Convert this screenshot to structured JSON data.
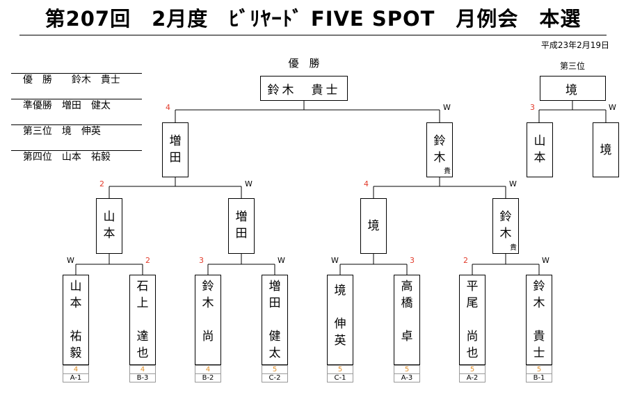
{
  "title": "第207回　2月度　ﾋﾞﾘﾔｰﾄﾞ FIVE SPOT　月例会　本選",
  "date": "平成23年2月19日",
  "results": [
    {
      "rank": "優　勝",
      "name": "鈴木　貴士"
    },
    {
      "rank": "準優勝",
      "name": "増田　健太"
    },
    {
      "rank": "第三位",
      "name": "境　伸英"
    },
    {
      "rank": "第四位",
      "name": "山本　祐毅"
    }
  ],
  "champion": {
    "label": "優　勝",
    "name": "鈴木　貴士"
  },
  "third_place": {
    "label": "第三位",
    "winner": "境",
    "left": "山\n本",
    "right": "境",
    "left_score": "3",
    "right_score": "W"
  },
  "final": {
    "left": "増\n田",
    "right": "鈴\n木",
    "right_suffix": "貴",
    "left_score": "4",
    "right_score": "W"
  },
  "semis": [
    {
      "left": "山\n本",
      "right": "増\n田",
      "left_score": "2",
      "right_score": "W"
    },
    {
      "left": "境",
      "right": "鈴\n木",
      "right_suffix": "貴",
      "left_score": "4",
      "right_score": "W"
    }
  ],
  "quarters": [
    {
      "left_score": "W",
      "right_score": "2"
    },
    {
      "left_score": "3",
      "right_score": "W"
    },
    {
      "left_score": "W",
      "right_score": "3"
    },
    {
      "left_score": "2",
      "right_score": "W"
    }
  ],
  "players": [
    {
      "name": "山\n本\n\n祐\n毅",
      "num": "4",
      "code": "A-1"
    },
    {
      "name": "石\n上\n\n達\n也",
      "num": "4",
      "code": "B-3"
    },
    {
      "name": "鈴\n木\n\n尚",
      "num": "4",
      "code": "B-2"
    },
    {
      "name": "増\n田\n\n健\n太",
      "num": "5",
      "code": "C-2"
    },
    {
      "name": "境\n\n伸\n英",
      "num": "5",
      "code": "C-1"
    },
    {
      "name": "高\n橋\n\n卓",
      "num": "5",
      "code": "A-3"
    },
    {
      "name": "平\n尾\n\n尚\n也",
      "num": "5",
      "code": "A-2"
    },
    {
      "name": "鈴\n木\n\n貴\n士",
      "num": "5",
      "code": "B-1"
    }
  ]
}
